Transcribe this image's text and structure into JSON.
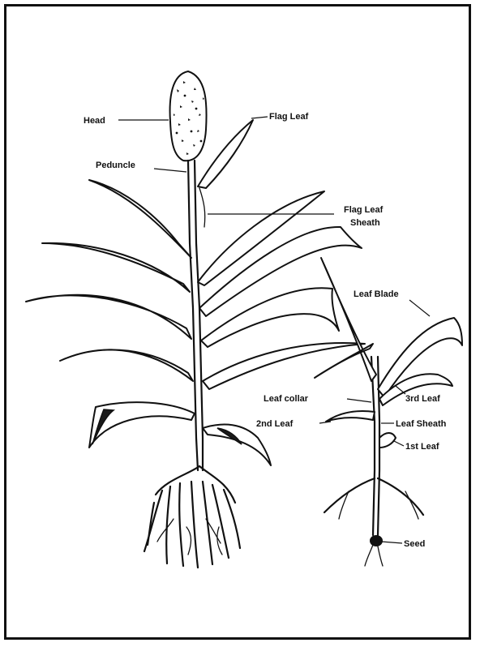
{
  "labels": {
    "head": "Head",
    "flag_leaf": "Flag Leaf",
    "peduncle": "Peduncle",
    "flag_leaf_sheath_1": "Flag Leaf",
    "flag_leaf_sheath_2": "Sheath",
    "leaf_blade": "Leaf Blade",
    "leaf_collar": "Leaf  collar",
    "third_leaf": "3rd Leaf",
    "second_leaf": "2nd Leaf",
    "leaf_sheath": "Leaf Sheath",
    "first_leaf": "1st Leaf",
    "seed": "Seed"
  }
}
